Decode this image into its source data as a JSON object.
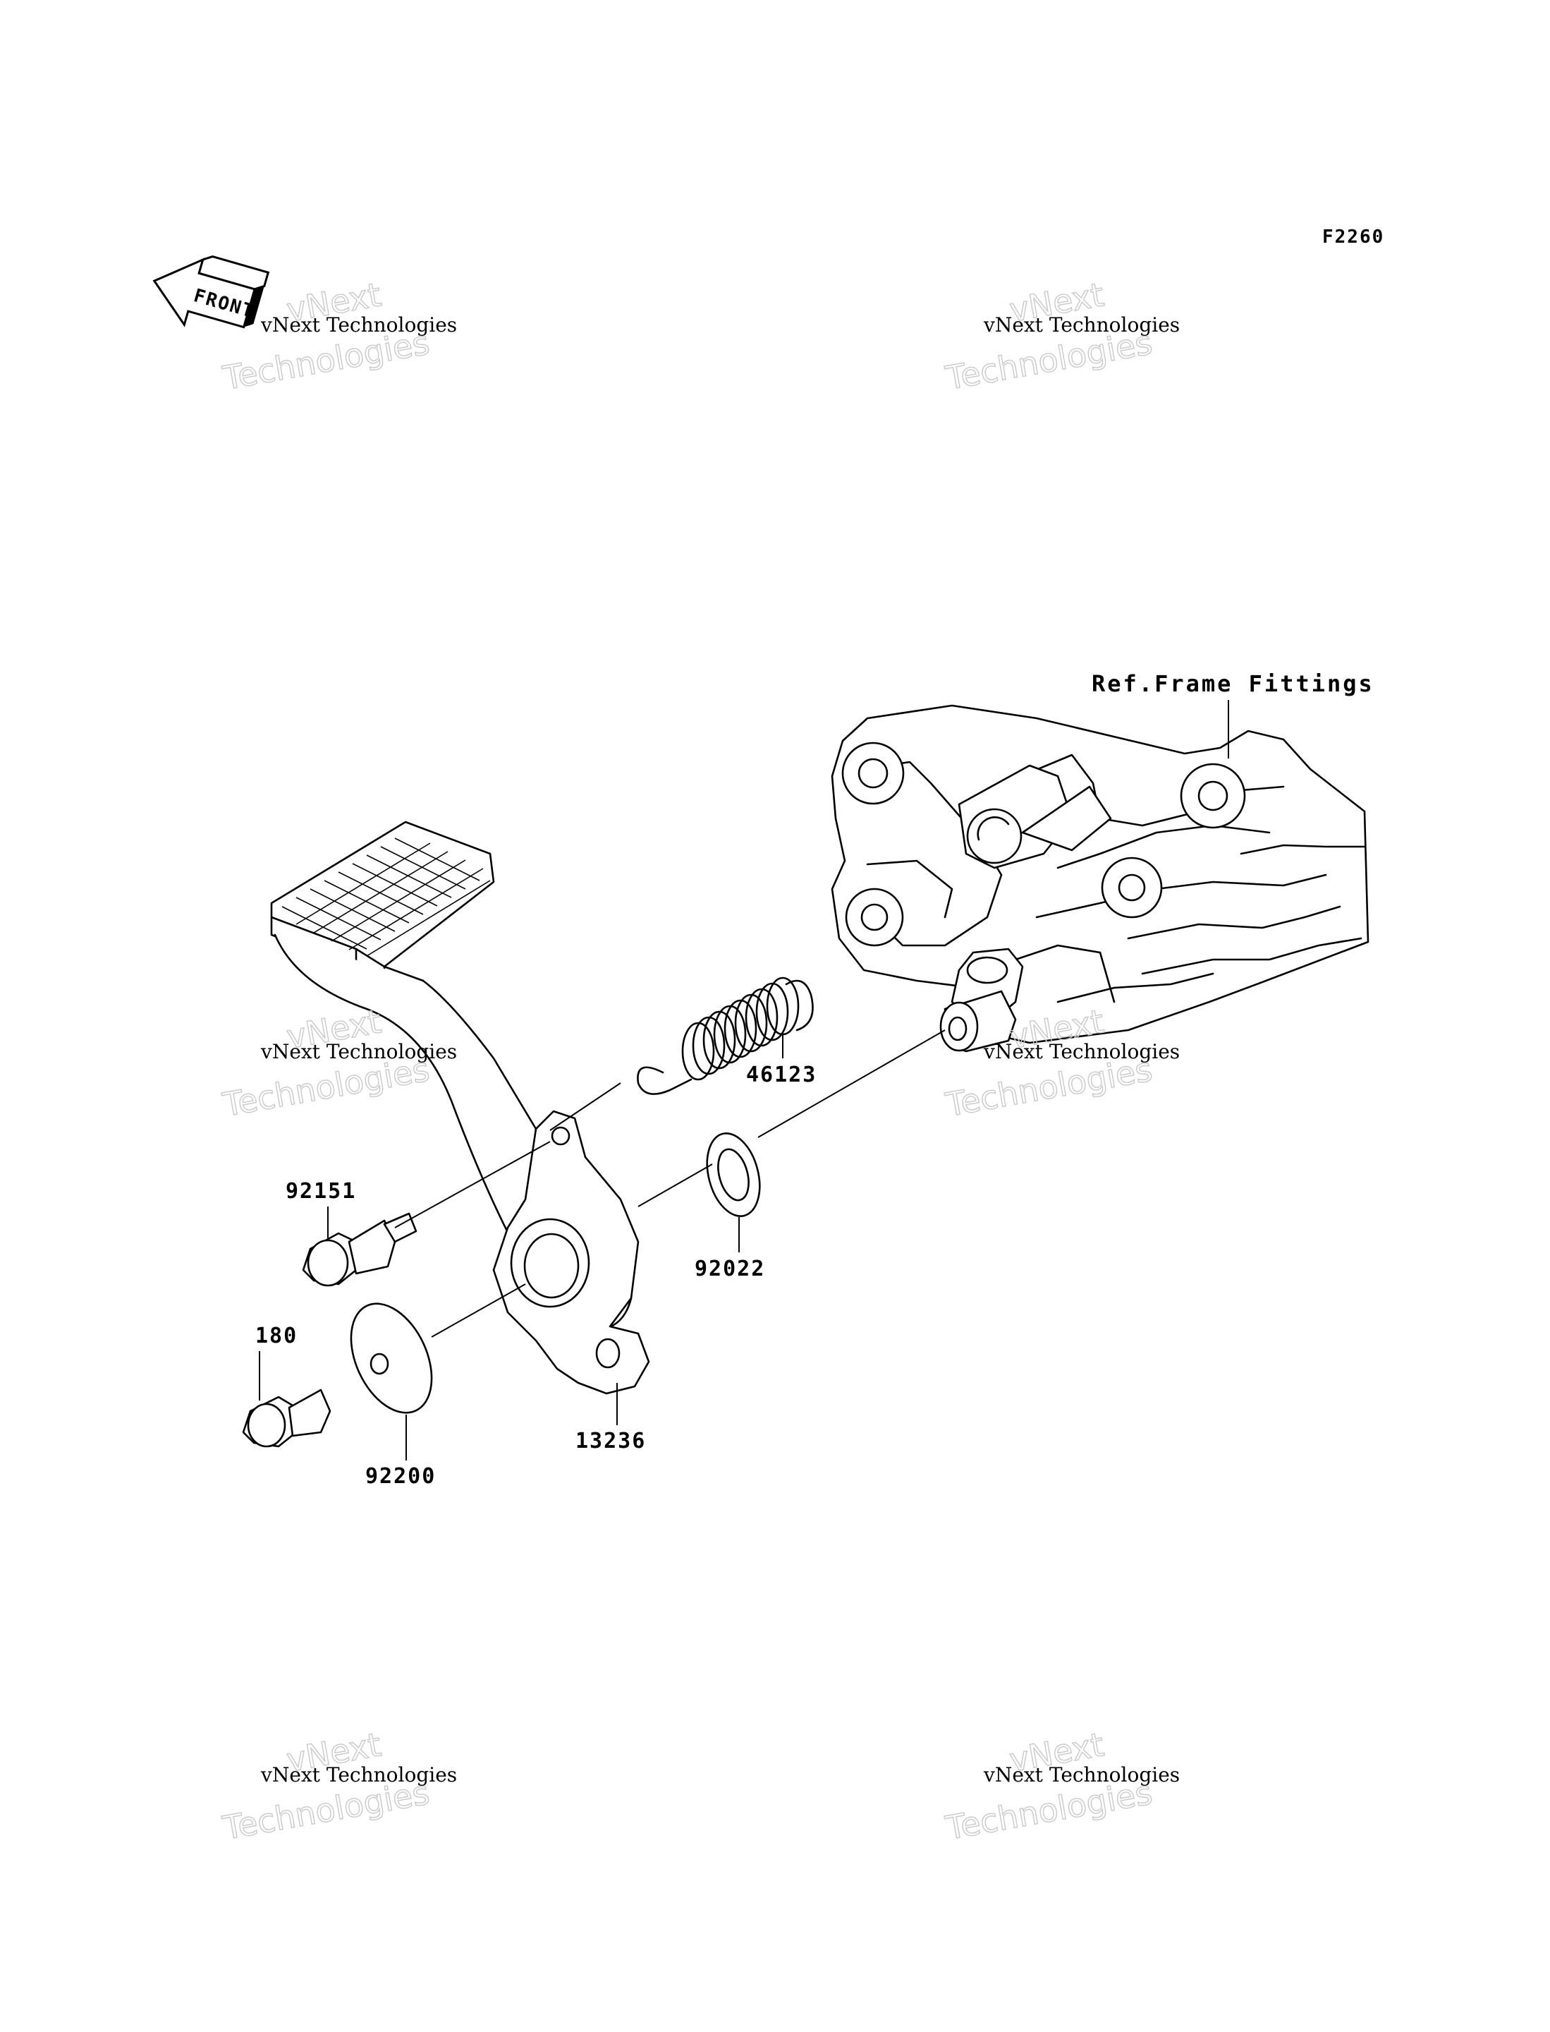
{
  "figure_code": "F2260",
  "front_label": "FRONT",
  "reference_label": "Ref.Frame Fittings",
  "watermark": {
    "line1": "vNext Technologies",
    "line2": "vNext",
    "line3": "Technologies"
  },
  "parts": {
    "spring": "46123",
    "bolt_pin": "92151",
    "washer_small": "92022",
    "bolt": "180",
    "washer_large": "92200",
    "pedal": "13236"
  }
}
